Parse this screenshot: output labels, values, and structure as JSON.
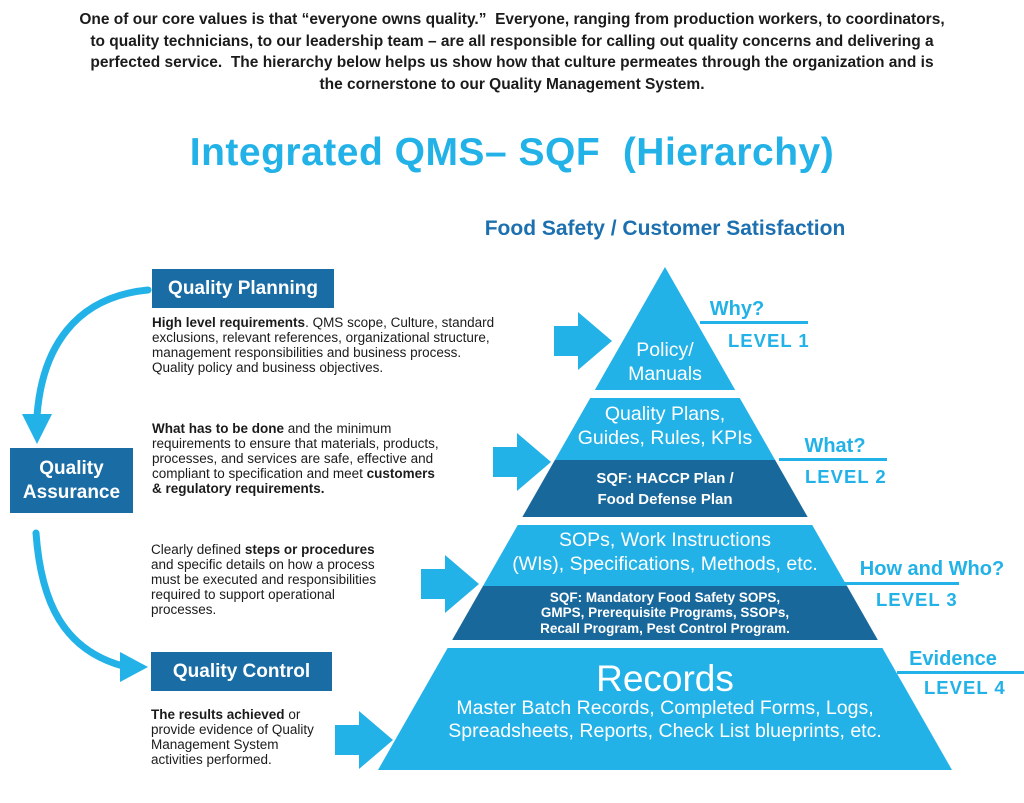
{
  "colors": {
    "cyan": "#22B2E7",
    "dark_band": "#19689B",
    "box_blue": "#1A6CA4",
    "subtitle_blue": "#1C70AF",
    "ink": "#1B1B1B"
  },
  "intro": {
    "lines": [
      "One of our core values is that “everyone owns quality.”  Everyone, ranging from production workers, to coordinators,",
      "to quality technicians, to our leadership team – are all responsible for calling out quality concerns and delivering a",
      "perfected service.  The hierarchy below helps us show how that culture permeates through the organization and is",
      "the cornerstone to our Quality Management System."
    ]
  },
  "title": "Integrated QMS– SQF  (Hierarchy)",
  "subtitle": "Food Safety / Customer Satisfaction",
  "icons": {
    "level_pointer": "right-block-arrow",
    "planning_to_assurance": "curved-arrow-down",
    "assurance_to_control": "curved-arrow-right"
  },
  "flow": {
    "boxes": [
      {
        "id": "quality-planning",
        "lines": [
          "Quality Planning"
        ]
      },
      {
        "id": "quality-assurance",
        "lines": [
          "Quality",
          "Assurance"
        ]
      },
      {
        "id": "quality-control",
        "lines": [
          "Quality Control"
        ]
      }
    ],
    "descriptions": [
      {
        "id": "planning",
        "lines": [
          [
            {
              "t": "High level requirements",
              "b": true
            },
            {
              "t": ". QMS scope, Culture, standard",
              "b": false
            }
          ],
          [
            {
              "t": "exclusions, relevant references, organizational structure,",
              "b": false
            }
          ],
          [
            {
              "t": "management responsibilities and business process.",
              "b": false
            }
          ],
          [
            {
              "t": "Quality policy and business objectives.",
              "b": false
            }
          ]
        ]
      },
      {
        "id": "assurance",
        "lines": [
          [
            {
              "t": "What has to be done",
              "b": true
            },
            {
              "t": " and the minimum",
              "b": false
            }
          ],
          [
            {
              "t": "requirements to ensure that materials, products,",
              "b": false
            }
          ],
          [
            {
              "t": "processes, and services are safe, effective and",
              "b": false
            }
          ],
          [
            {
              "t": "compliant to specification and meet ",
              "b": false
            },
            {
              "t": "customers",
              "b": true
            }
          ],
          [
            {
              "t": "& regulatory requirements.",
              "b": true
            }
          ]
        ]
      },
      {
        "id": "control",
        "lines": [
          [
            {
              "t": "Clearly defined ",
              "b": false
            },
            {
              "t": "steps or procedures",
              "b": true
            }
          ],
          [
            {
              "t": "and specific details on how a process",
              "b": false
            }
          ],
          [
            {
              "t": "must be executed and responsibilities",
              "b": false
            }
          ],
          [
            {
              "t": "required to support operational",
              "b": false
            }
          ],
          [
            {
              "t": "processes.",
              "b": false
            }
          ]
        ]
      },
      {
        "id": "records",
        "lines": [
          [
            {
              "t": "The results achieved",
              "b": true
            },
            {
              "t": " or",
              "b": false
            }
          ],
          [
            {
              "t": "provide evidence of Quality",
              "b": false
            }
          ],
          [
            {
              "t": "Management System",
              "b": false
            }
          ],
          [
            {
              "t": "activities performed.",
              "b": false
            }
          ]
        ]
      }
    ]
  },
  "pyramid": {
    "levels": [
      {
        "main_lines": [
          "Policy/",
          "Manuals"
        ],
        "annotation": {
          "question": "Why?",
          "level": "LEVEL 1"
        }
      },
      {
        "main_lines": [
          "Quality Plans,",
          "Guides, Rules, KPIs"
        ],
        "sqf_lines": [
          "SQF: HACCP Plan /",
          "Food Defense Plan"
        ],
        "annotation": {
          "question": "What?",
          "level": "LEVEL 2"
        }
      },
      {
        "main_lines": [
          "SOPs, Work Instructions",
          "(WIs), Specifications, Methods, etc."
        ],
        "sqf_lines": [
          "SQF: Mandatory Food Safety SOPS,",
          "GMPS, Prerequisite Programs, SSOPs,",
          "Recall Program, Pest Control Program."
        ],
        "annotation": {
          "question": "How and Who?",
          "level": "LEVEL 3"
        }
      },
      {
        "heading": "Records",
        "main_lines": [
          "Master Batch Records, Completed Forms, Logs,",
          "Spreadsheets, Reports, Check List blueprints, etc."
        ],
        "annotation": {
          "question": "Evidence",
          "level": "LEVEL 4"
        }
      }
    ]
  }
}
